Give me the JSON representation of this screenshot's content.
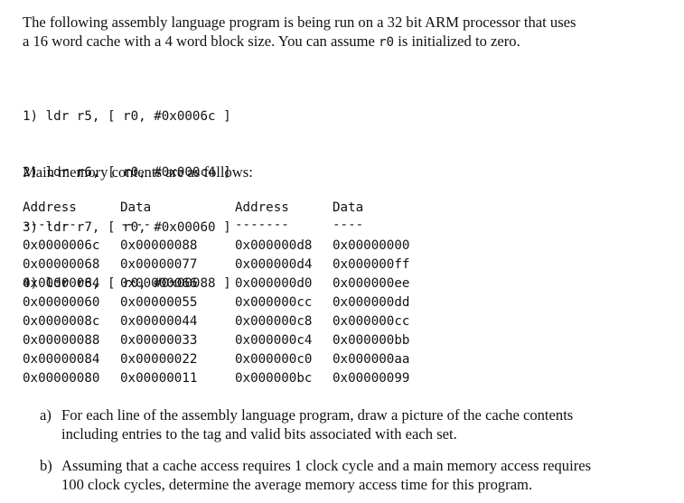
{
  "intro": {
    "line1": "The following assembly language program is being run on a 32 bit ARM processor that uses",
    "line2_before": "a 16 word cache with a 4 word block size. You can assume ",
    "line2_register": "r0",
    "line2_after": " is initialized to zero."
  },
  "program": [
    "1) ldr r5, [ r0, #0x0006c ]",
    "2) ldr r6, [ r0, #0x000c4 ]",
    "3) ldr r7, [ r0, #0x00060 ]",
    "4) ldr r8, [ r0, #0x00088 ]"
  ],
  "memory_label": "Main memory contents are as follows:",
  "memory": {
    "headers": [
      "Address",
      "Data",
      "Address",
      "Data"
    ],
    "underlines": [
      "-------",
      "----",
      "-------",
      "----"
    ],
    "rows": [
      [
        "0x0000006c",
        "0x00000088",
        "0x000000d8",
        "0x00000000"
      ],
      [
        "0x00000068",
        "0x00000077",
        "0x000000d4",
        "0x000000ff"
      ],
      [
        "0x00000064",
        "0x00000066",
        "0x000000d0",
        "0x000000ee"
      ],
      [
        "0x00000060",
        "0x00000055",
        "0x000000cc",
        "0x000000dd"
      ],
      [
        "0x0000008c",
        "0x00000044",
        "0x000000c8",
        "0x000000cc"
      ],
      [
        "0x00000088",
        "0x00000033",
        "0x000000c4",
        "0x000000bb"
      ],
      [
        "0x00000084",
        "0x00000022",
        "0x000000c0",
        "0x000000aa"
      ],
      [
        "0x00000080",
        "0x00000011",
        "0x000000bc",
        "0x00000099"
      ]
    ]
  },
  "questions": [
    {
      "marker": "a)",
      "lines": [
        "For each line of the assembly language program, draw a picture of the cache contents",
        "including entries to the tag and valid bits associated with each set."
      ]
    },
    {
      "marker": "b)",
      "lines": [
        "Assuming that a cache access requires 1 clock cycle and a main memory access requires",
        "100 clock cycles, determine the average memory access time for this program."
      ]
    }
  ]
}
